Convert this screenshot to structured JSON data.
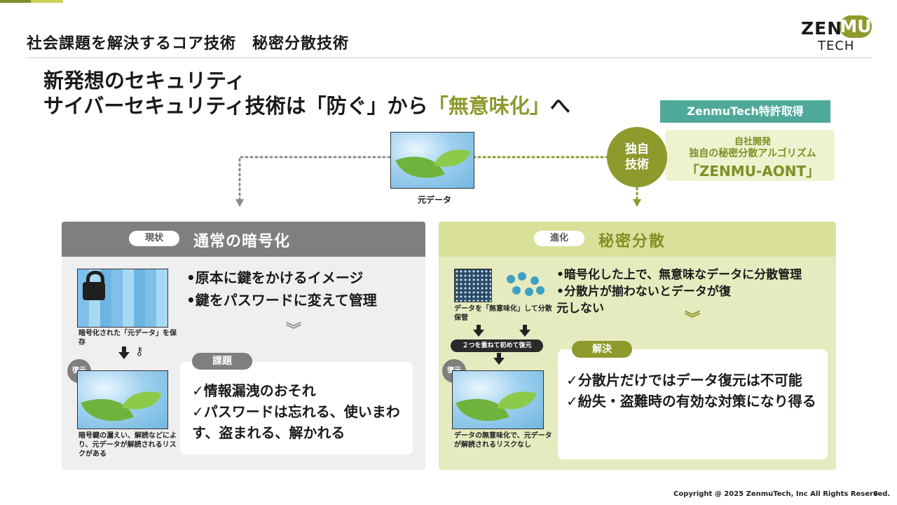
{
  "header": {
    "title": "社会課題を解決するコア技術　秘密分散技術",
    "logo": {
      "zen": "ZEN",
      "mu": "MU",
      "tech": "TECH"
    }
  },
  "headline": {
    "line1": "新発想のセキュリティ",
    "line2_prefix": "サイバーセキュリティ技術は「防ぐ」から",
    "line2_accent": "「無意味化」",
    "line2_suffix": "へ"
  },
  "patent_badge": "ZenmuTech特許取得",
  "original_tech": {
    "circle": "独自\n技術",
    "line1": "自社開発",
    "line2": "独自の秘密分散アルゴリズム",
    "line3": "「ZENMU-AONT」"
  },
  "source_data_caption": "元データ",
  "left_panel": {
    "tag": "現状",
    "heading": "通常の暗号化",
    "bullets": [
      "•原本に鍵をかけるイメージ",
      "•鍵をパスワードに変えて管理"
    ],
    "lock_caption": "暗号化された「元データ」を保存",
    "restore_badge": "復元",
    "leak_caption": "暗号鍵の漏えい、解読などにより、元データが解読されるリスクがある",
    "issue_label": "課題",
    "issues": [
      "✓情報漏洩のおそれ",
      "✓パスワードは忘れる、使いまわす、盗まれる、解かれる"
    ]
  },
  "right_panel": {
    "tag": "進化",
    "heading": "秘密分散",
    "bullets": [
      "•暗号化した上で、無意味なデータに分散管理",
      "•分散片が揃わないとデータが復元しない"
    ],
    "fragment_caption": "データを「無意味化」して分散保管",
    "combine_label": "２つを重ねて初めて復元",
    "restore_badge": "復元",
    "restore_caption": "データの無意味化で、元データが解読されるリスクなし",
    "solution_label": "解決",
    "solutions": [
      "✓分散片だけではデータ復元は不可能",
      "✓紛失・盗難時の有効な対策になり得る"
    ]
  },
  "footer": {
    "copyright": "Copyright @ 2025 ZenmuTech, Inc All Rights Reserved.",
    "page": "8"
  },
  "colors": {
    "accent": "#8d9a2c",
    "teal": "#4fa99b",
    "gray": "#7f7f7f"
  }
}
